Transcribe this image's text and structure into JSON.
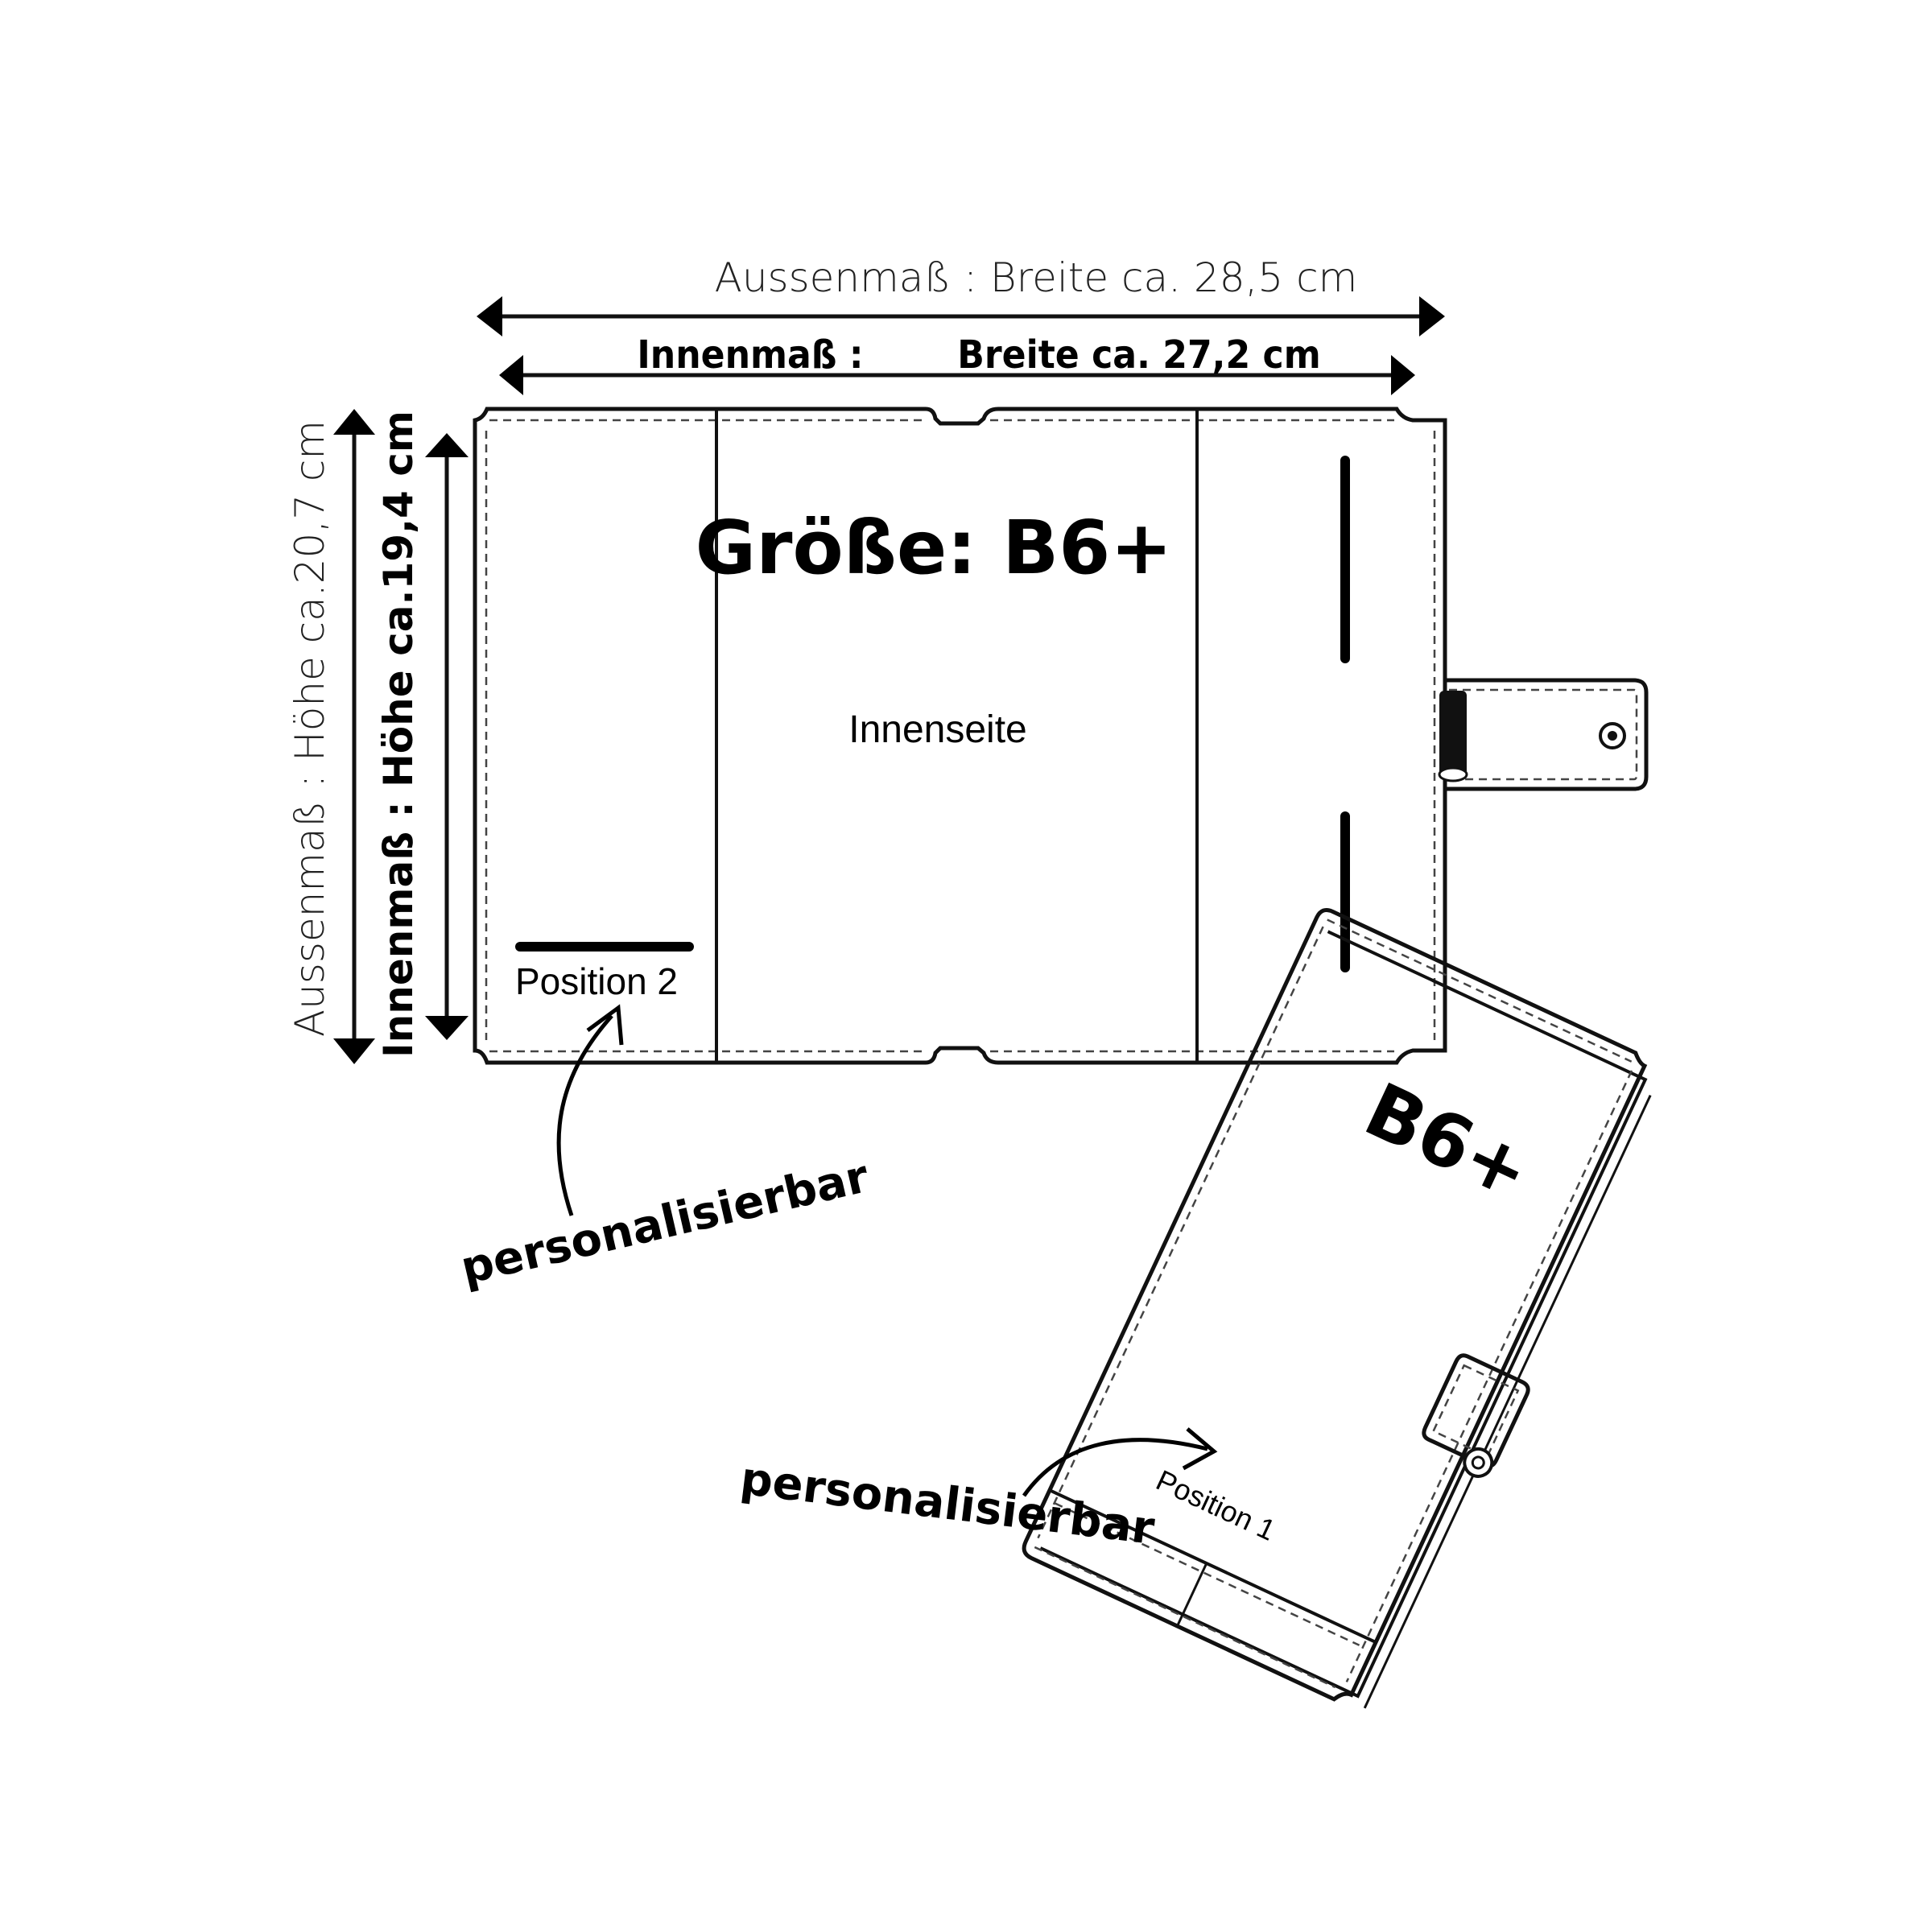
{
  "labels": {
    "outer_width": "Aussenmaß : Breite ca. 28,5 cm",
    "inner_width_prefix": "Innenmaß :",
    "inner_width_value": "Breite ca. 27,2 cm",
    "outer_height": "Aussenmaß : Höhe ca.20,7 cm",
    "inner_height": "Innenmaß : Höhe ca.19,4 cm",
    "size_title": "Größe: B6+",
    "inside_label": "Innenseite",
    "position_2": "Position 2",
    "personalizable_left": "personalisierbar",
    "cover_title": "B6+",
    "position_1": "Position 1",
    "personalizable_right": "personalisierbar"
  },
  "colors": {
    "ink": "#111111",
    "background": "#ffffff"
  }
}
